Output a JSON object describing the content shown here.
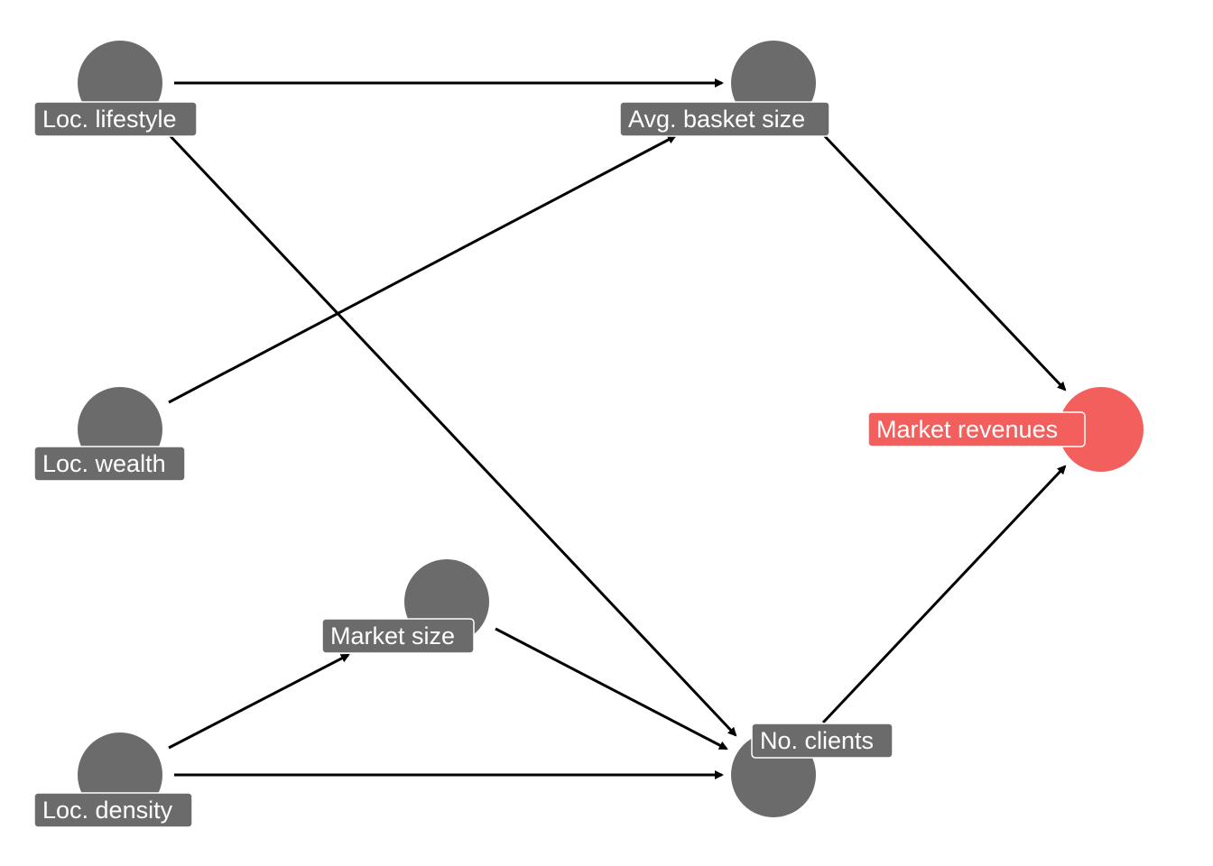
{
  "diagram": {
    "type": "directed-acyclic-graph",
    "colors": {
      "node": "#6b6b6b",
      "node_label_bg": "#6b6b6b",
      "outcome": "#f25f5c",
      "edge": "#000000",
      "label_text": "#ffffff"
    },
    "nodes": [
      {
        "id": "lifestyle",
        "label": "Loc. lifestyle",
        "role": "exposure"
      },
      {
        "id": "wealth",
        "label": "Loc. wealth",
        "role": "exposure"
      },
      {
        "id": "density",
        "label": "Loc. density",
        "role": "exposure"
      },
      {
        "id": "market_size",
        "label": "Market size",
        "role": "mediator"
      },
      {
        "id": "basket",
        "label": "Avg. basket size",
        "role": "mediator"
      },
      {
        "id": "clients",
        "label": "No. clients",
        "role": "mediator"
      },
      {
        "id": "revenues",
        "label": "Market revenues",
        "role": "outcome"
      }
    ],
    "edges": [
      {
        "from": "lifestyle",
        "to": "basket"
      },
      {
        "from": "lifestyle",
        "to": "clients"
      },
      {
        "from": "wealth",
        "to": "basket"
      },
      {
        "from": "density",
        "to": "market_size"
      },
      {
        "from": "density",
        "to": "clients"
      },
      {
        "from": "market_size",
        "to": "clients"
      },
      {
        "from": "basket",
        "to": "revenues"
      },
      {
        "from": "clients",
        "to": "revenues"
      }
    ]
  }
}
